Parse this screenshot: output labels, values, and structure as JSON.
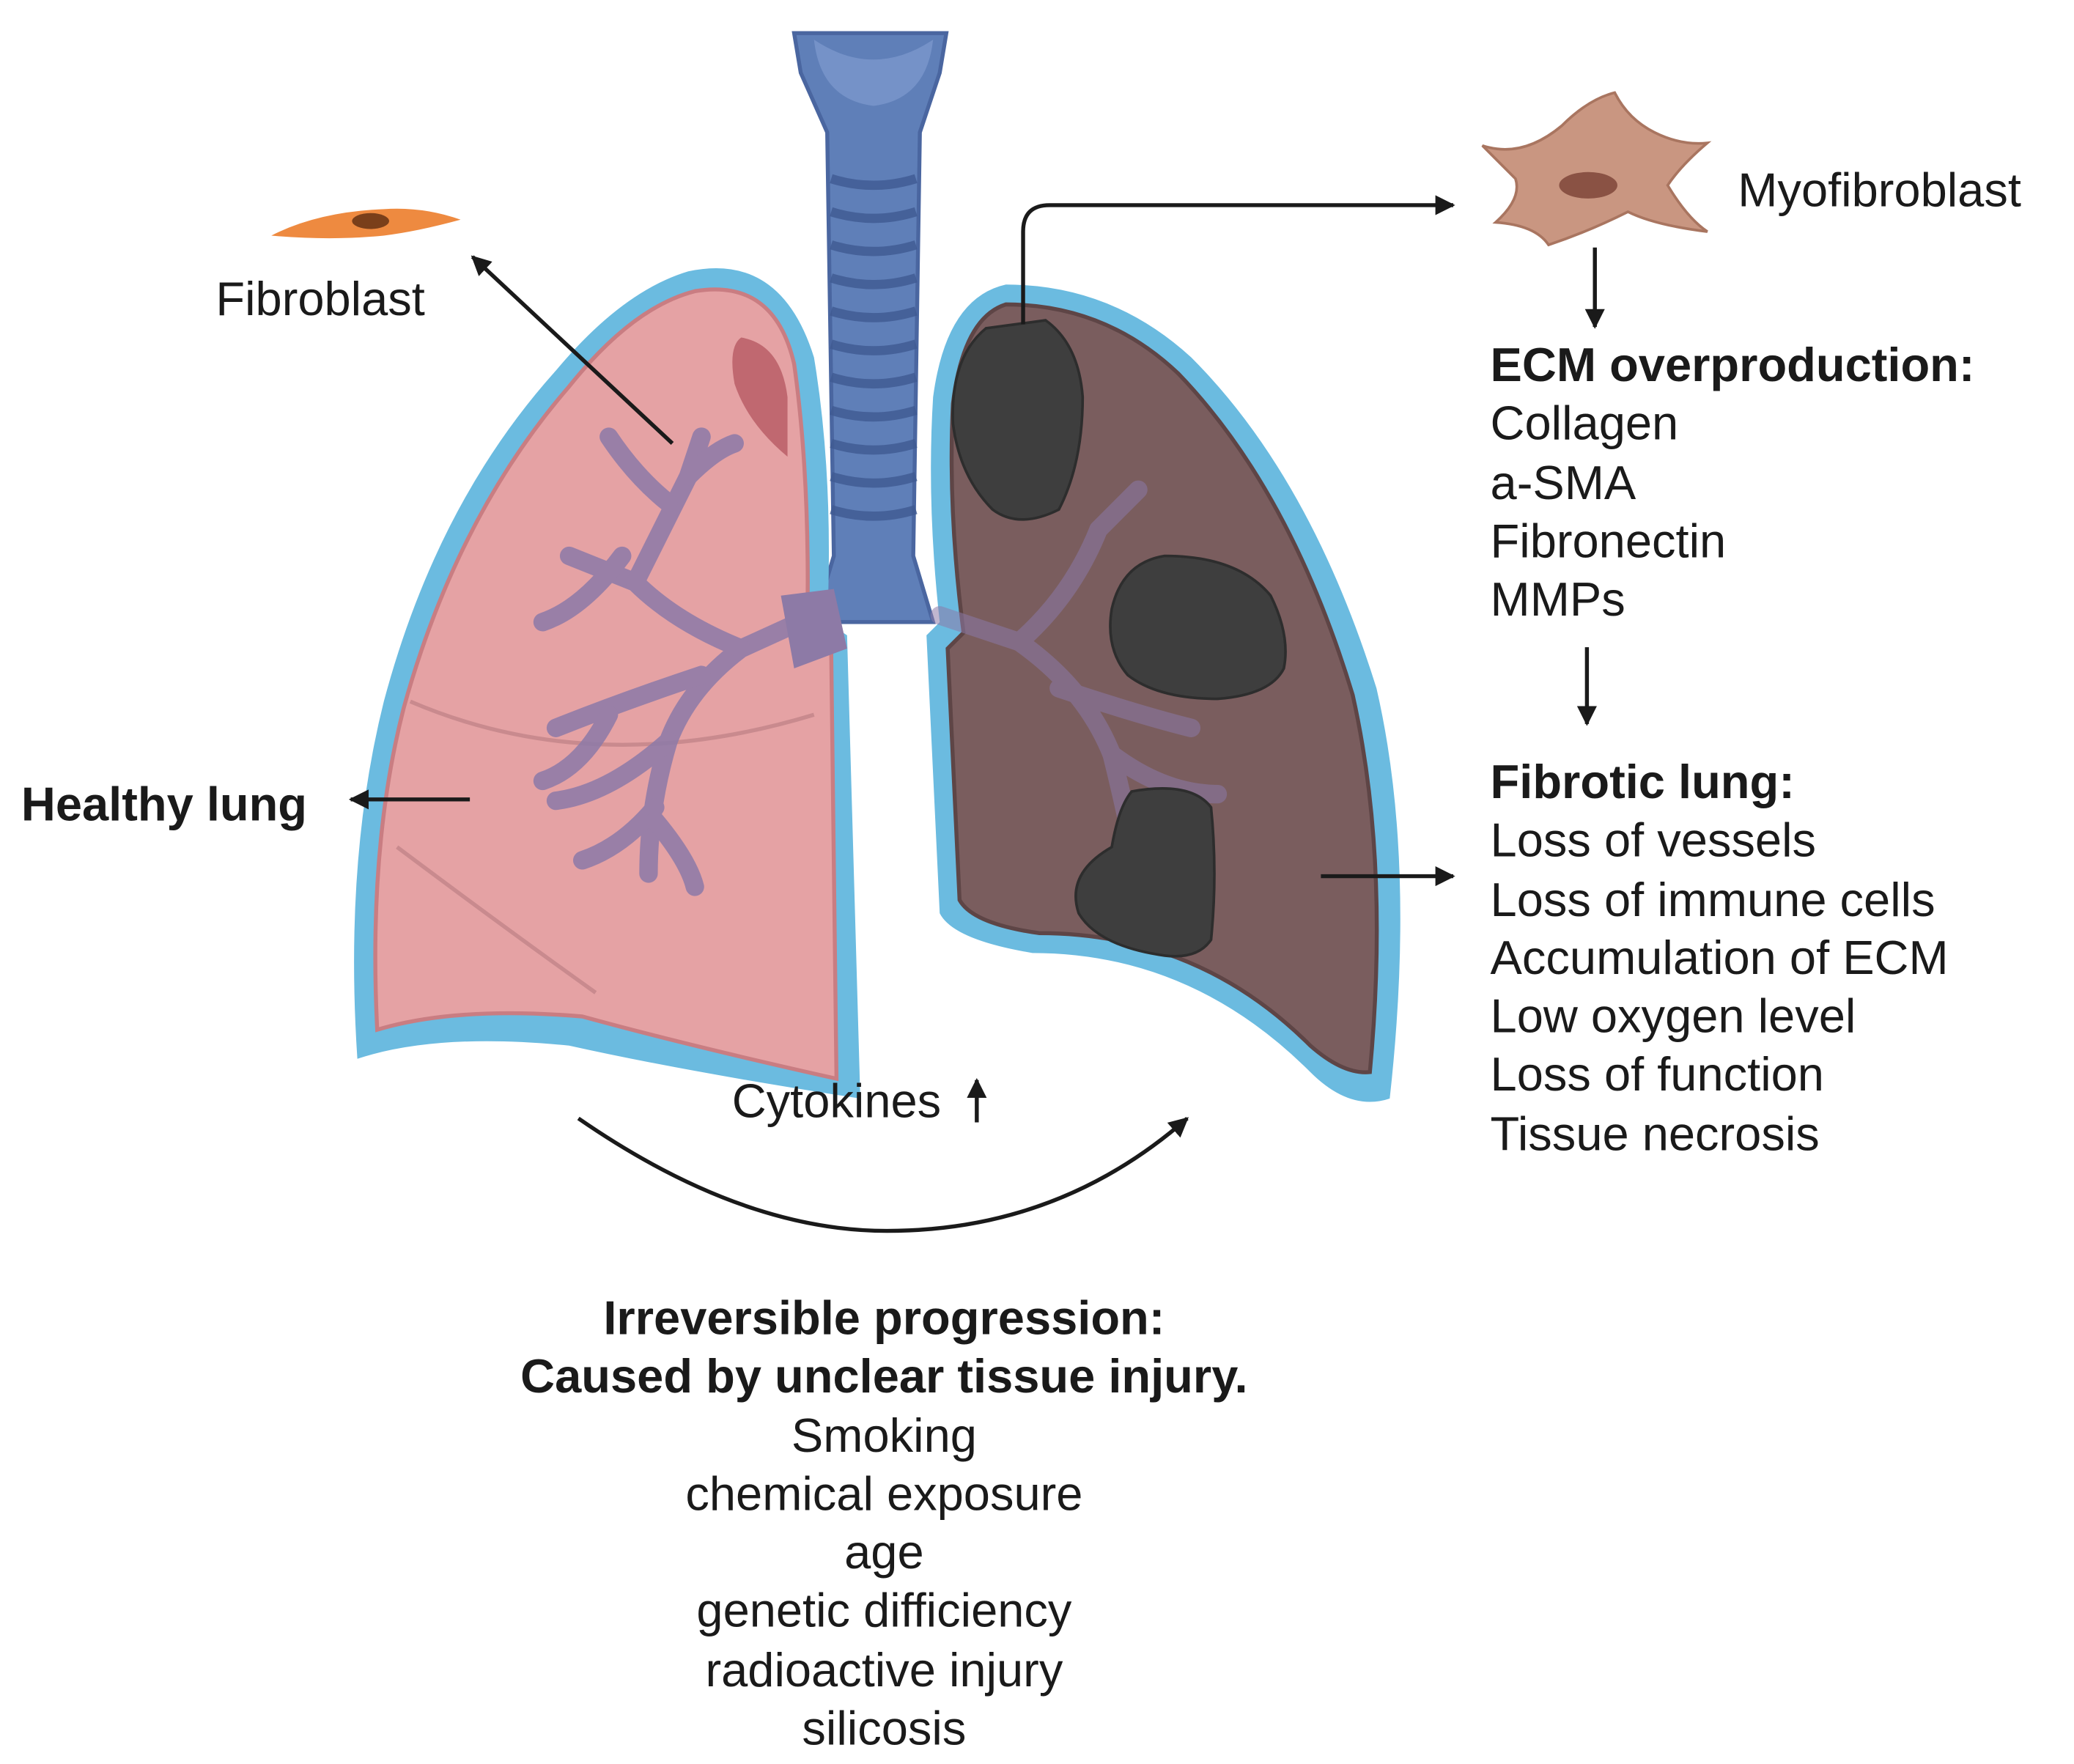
{
  "labels": {
    "fibroblast": "Fibroblast",
    "myofibroblast": "Myofibroblast",
    "healthy_lung": "Healthy lung",
    "cytokines": "Cytokines"
  },
  "ecm": {
    "title": "ECM overproduction:",
    "items": [
      "Collagen",
      "a-SMA",
      "Fibronectin",
      "MMPs"
    ]
  },
  "fibrotic": {
    "title": "Fibrotic lung:",
    "items": [
      "Loss of vessels",
      "Loss of immune cells",
      "Accumulation of ECM",
      "Low oxygen level",
      "Loss of function",
      "Tissue necrosis"
    ]
  },
  "progression": {
    "title_line1": "Irreversible progression:",
    "title_line2": "Caused by unclear tissue injury.",
    "causes": [
      "Smoking",
      "chemical exposure",
      "age",
      "genetic difficiency",
      "radioactive injury",
      "silicosis"
    ]
  },
  "colors": {
    "pleura": "#6bbbe0",
    "healthy_lung": "#e5a2a4",
    "fibrotic_lung": "#7a5d5e",
    "scar": "#3e3e3e",
    "trachea": "#5f7fb8",
    "bronchi": "#8c7aa8",
    "fibroblast": "#ee8a40",
    "myofibroblast": "#c99681"
  }
}
